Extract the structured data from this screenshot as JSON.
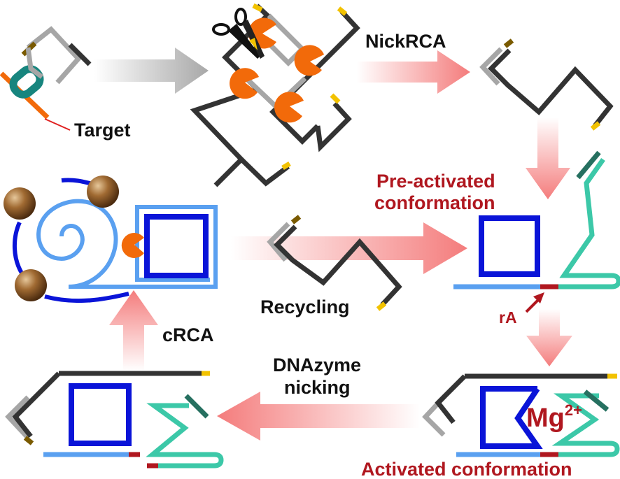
{
  "labels": {
    "target": "Target",
    "nickrca": "NickRCA",
    "pre_activated_line1": "Pre-activated",
    "pre_activated_line2": "conformation",
    "recycling": "Recycling",
    "ra": "rA",
    "crca": "cRCA",
    "dnazyme_line1": "DNAzyme",
    "dnazyme_line2": "nicking",
    "mg_base": "Mg",
    "mg_charge": "2+",
    "activated": "Activated conformation"
  },
  "colors": {
    "dark_strand": "#333333",
    "gray_strand": "#a6a6a6",
    "blue_square": "#0a14d8",
    "light_blue": "#5aa0f0",
    "teal": "#3cc8a8",
    "dark_teal": "#267060",
    "red_label": "#b0171f",
    "orange": "#f26a0a",
    "yellow_tip": "#f2c200",
    "olive_tip": "#7a5a00",
    "bead_brown": "#8a5a2a",
    "arrow_gray": "#b0b0b0",
    "arrow_pink": "#f47c7c"
  },
  "icons": [
    "scissors-icon",
    "gold-nanoparticle-icon",
    "enzyme-pacman-icon"
  ]
}
